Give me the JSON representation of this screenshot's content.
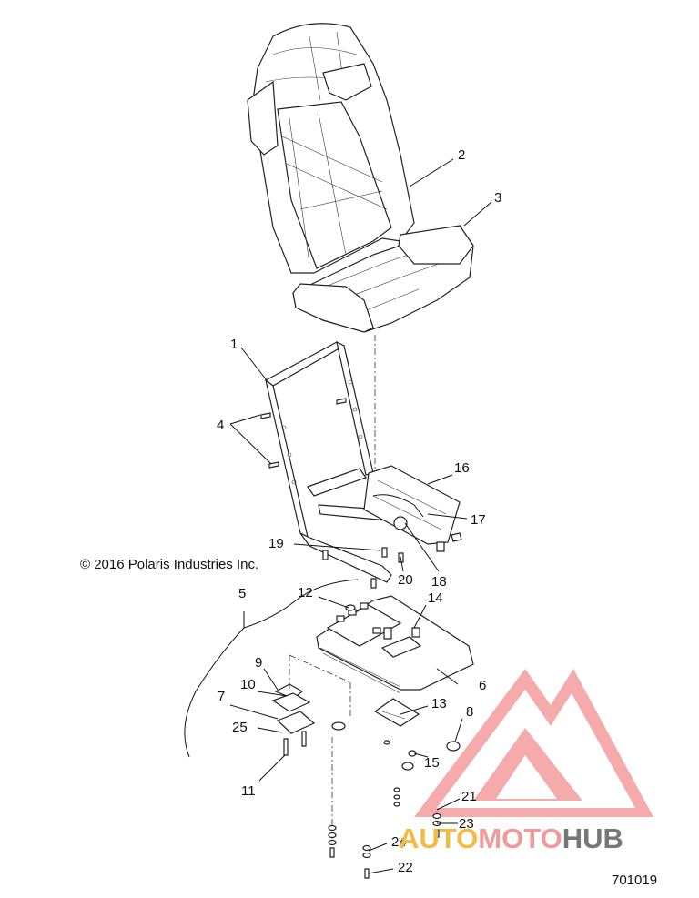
{
  "copyright": "© 2016 Polaris Industries Inc.",
  "figure_number": "701019",
  "watermark": {
    "auto": "AUTO",
    "moto": "MOTO",
    "hub": "HUB",
    "colors": {
      "auto": "#f5b945",
      "moto": "#f29a9a",
      "hub": "#777777",
      "triangle": "#f07c7c"
    }
  },
  "callouts": [
    "1",
    "2",
    "3",
    "4",
    "5",
    "6",
    "7",
    "8",
    "9",
    "10",
    "11",
    "12",
    "13",
    "14",
    "15",
    "16",
    "17",
    "18",
    "19",
    "20",
    "21",
    "22",
    "23",
    "24",
    "25"
  ]
}
